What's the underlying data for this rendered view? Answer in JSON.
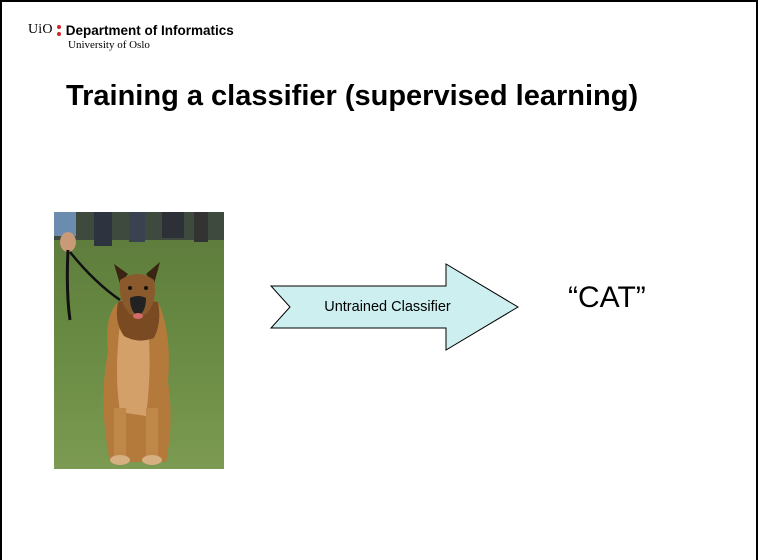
{
  "header": {
    "logo_text": "UiO",
    "department": "Department of Informatics",
    "university": "University of Oslo",
    "dot_color": "#d2252b"
  },
  "slide": {
    "title": "Training a classifier (supervised learning)"
  },
  "diagram": {
    "input_image_icon": "german-shepherd-photo",
    "arrow_label": "Untrained Classifier",
    "arrow_fill": "#cdeff0",
    "output_label": "“CAT”"
  }
}
